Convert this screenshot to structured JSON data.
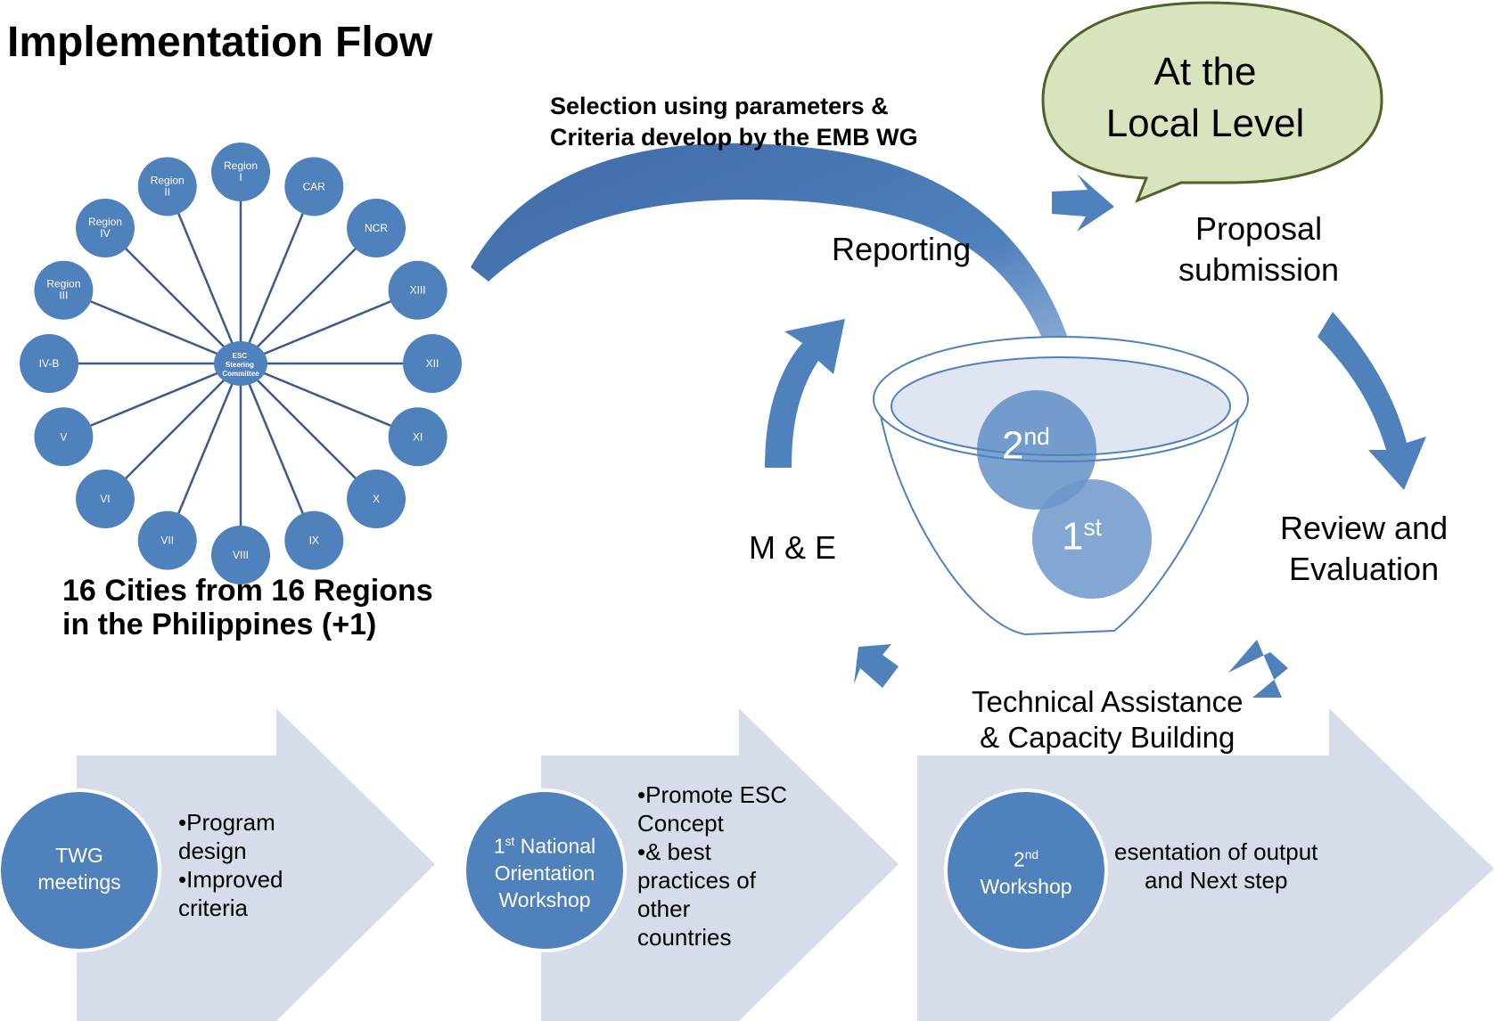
{
  "title": "Implementation Flow",
  "selection_note": [
    "Selection using parameters &",
    "Criteria develop by the EMB WG"
  ],
  "hub": {
    "center_lines": [
      "ESC",
      "Steering",
      "Committee"
    ],
    "regions": [
      "Region I",
      "CAR",
      "NCR",
      "XIII",
      "XII",
      "XI",
      "X",
      "IX",
      "VIII",
      "VII",
      "VI",
      "V",
      "IV-B",
      "Region III",
      "Region IV",
      "Region II"
    ],
    "caption": [
      "16 Cities from 16 Regions",
      "in the Philippines  (+1)"
    ]
  },
  "callout": [
    "At the",
    "Local Level"
  ],
  "cycle": {
    "proposal": [
      "Proposal",
      "submission"
    ],
    "review": [
      "Review and",
      "Evaluation"
    ],
    "technical": [
      "Technical Assistance",
      "& Capacity Building"
    ],
    "me": "M & E",
    "reporting": "Reporting"
  },
  "funnel": {
    "second": {
      "base": "2",
      "sup": "nd"
    },
    "first": {
      "base": "1",
      "sup": "st"
    }
  },
  "steps": [
    {
      "circle": [
        "TWG",
        "meetings"
      ],
      "bullets": [
        "•Program",
        "design",
        "•Improved",
        "criteria"
      ]
    },
    {
      "circle_sup": "st",
      "circle": [
        "National",
        "Orientation",
        "Workshop"
      ],
      "circle_prefix": "1",
      "bullets": [
        "•Promote ESC",
        "Concept",
        "•& best",
        "practices of",
        "other",
        "countries"
      ]
    },
    {
      "circle_prefix": "2",
      "circle_sup": "nd",
      "circle": [
        "Workshop"
      ],
      "bullets": [
        "esentation of output",
        "and Next step"
      ]
    }
  ],
  "colors": {
    "accent": "#4f81bd",
    "node": "#4f81bd",
    "chevron": "#d6dcea",
    "bubble": "#d7e4bd",
    "line": "#3d5a8a"
  }
}
